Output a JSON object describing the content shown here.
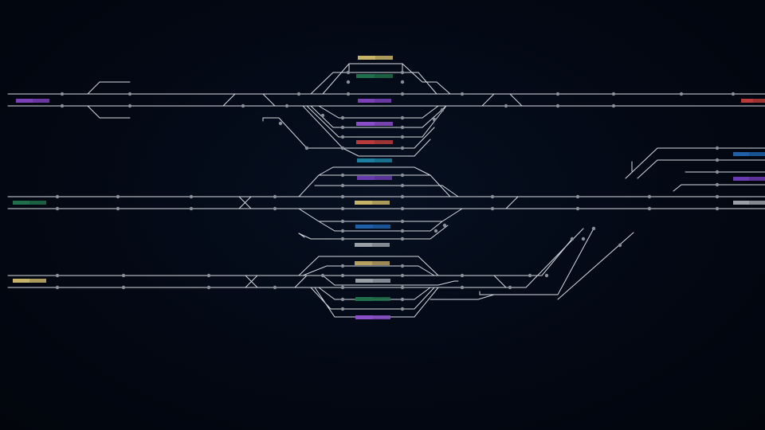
{
  "platform_signs": [
    {
      "id": "p1",
      "colors": [
        "#c8b468",
        "#c8b468"
      ],
      "text": [
        "",
        ""
      ]
    },
    {
      "id": "p2",
      "colors": [
        "#1f6f4a",
        "#1f6f4a"
      ],
      "text": [
        "",
        ""
      ]
    },
    {
      "id": "p3",
      "colors": [
        "#7b3fb8",
        "#7b3fb8"
      ],
      "text": [
        "",
        ""
      ]
    },
    {
      "id": "p4",
      "colors": [
        "#8a4fc8",
        "#8a4fc8"
      ],
      "text": [
        "",
        ""
      ]
    },
    {
      "id": "p5",
      "colors": [
        "#b83a3a",
        "#b83a3a"
      ],
      "text": [
        "",
        ""
      ]
    },
    {
      "id": "p6",
      "colors": [
        "#1d7fa0",
        "#1d7fa0"
      ],
      "text": [
        "",
        ""
      ]
    },
    {
      "id": "p7",
      "colors": [
        "#6a3ab0",
        "#6a3ab0"
      ],
      "text": [
        "",
        ""
      ]
    },
    {
      "id": "p8",
      "colors": [
        "#c8b468",
        "#c8b468"
      ],
      "text": [
        "",
        ""
      ]
    },
    {
      "id": "p9",
      "colors": [
        "#1f5fa8",
        "#1f5fa8"
      ],
      "text": [
        "",
        ""
      ]
    },
    {
      "id": "p10",
      "colors": [
        "#9aa0a6",
        "#9aa0a6"
      ],
      "text": [
        "",
        ""
      ]
    },
    {
      "id": "p11",
      "colors": [
        "#b8a060",
        "#b8a060"
      ],
      "text": [
        "",
        ""
      ]
    },
    {
      "id": "p12",
      "colors": [
        "#9aa0a6",
        "#9aa0a6"
      ],
      "text": [
        "",
        ""
      ]
    },
    {
      "id": "p13",
      "colors": [
        "#1f6f4a",
        "#1f6f4a"
      ],
      "text": [
        "",
        ""
      ]
    },
    {
      "id": "p14",
      "colors": [
        "#8a4fc8",
        "#8a4fc8"
      ],
      "text": [
        "",
        ""
      ]
    }
  ],
  "portal_signs": [
    {
      "id": "w1",
      "colors": [
        "#7b3fb8",
        "#7b3fb8"
      ]
    },
    {
      "id": "w2",
      "colors": [
        "#1f6f4a",
        "#1f6f4a"
      ]
    },
    {
      "id": "w3",
      "colors": [
        "#c8b468",
        "#c8b468"
      ]
    },
    {
      "id": "e1",
      "colors": [
        "#b83a3a",
        "#b83a3a"
      ]
    },
    {
      "id": "e2",
      "colors": [
        "#1f5fa8",
        "#1f5fa8"
      ]
    },
    {
      "id": "e3",
      "colors": [
        "#6a3ab0",
        "#6a3ab0"
      ]
    },
    {
      "id": "e4",
      "colors": [
        "#9aa0a6",
        "#9aa0a6"
      ]
    }
  ],
  "colors": {
    "track": "#d6dae0",
    "node": "#8a9098",
    "background": "#030814"
  }
}
